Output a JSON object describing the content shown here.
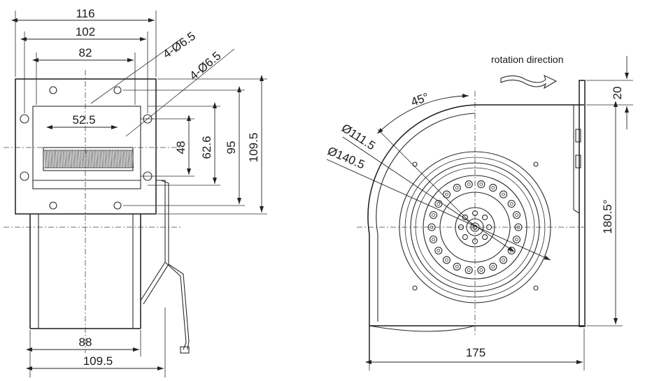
{
  "side_view": {
    "dims": {
      "overall_width": "116",
      "hole_span_outer": "102",
      "hole_span_inner": "82",
      "outlet_width": "52.5",
      "hole_spec_a": "4-Ø6.5",
      "hole_spec_b": "4-Ø6.5",
      "outlet_height": "48",
      "inner_hole_height": "62.6",
      "outer_hole_height": "95",
      "flange_height": "109.5",
      "body_width": "88",
      "body_overall": "109.5"
    }
  },
  "front_view": {
    "dims": {
      "angle": "45°",
      "diameter_inner": "Ø111.5",
      "diameter_outer": "Ø140.5",
      "flange_offset": "20",
      "housing_height": "180.5°",
      "housing_width": "175"
    },
    "rotation_label": "rotation direction"
  },
  "colors": {
    "line": "#1a1a1a",
    "background": "#ffffff"
  }
}
